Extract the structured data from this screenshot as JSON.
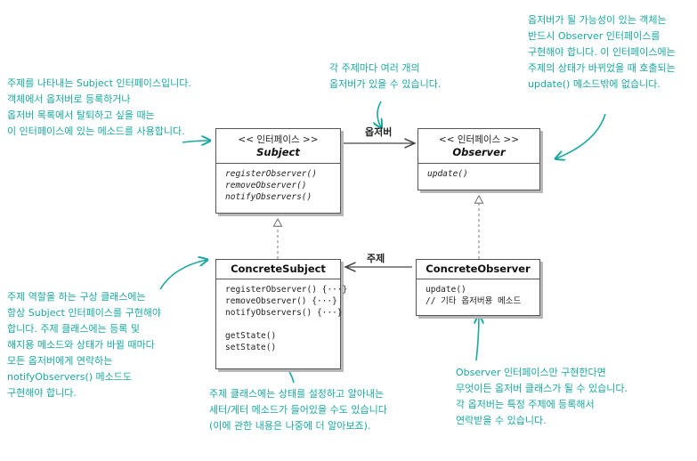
{
  "classes": {
    "subject": {
      "stereotype": "<< 인터페이스 >>",
      "name": "Subject",
      "methods": [
        "registerObserver()",
        "removeObserver()",
        "notifyObservers()"
      ]
    },
    "observer": {
      "stereotype": "<< 인터페이스 >>",
      "name": "Observer",
      "methods": [
        "update()"
      ]
    },
    "concrete_subject": {
      "name": "ConcreteSubject",
      "methods": [
        "registerObserver() {···}",
        "removeObserver() {···}",
        "notifyObservers() {···}",
        "",
        "getState()",
        "setState()"
      ]
    },
    "concrete_observer": {
      "name": "ConcreteObserver",
      "methods": [
        "update()",
        "// 기타 옵저버용 메소드"
      ]
    }
  },
  "associations": {
    "subject_observer": "옵저버",
    "concrete_observer_subject": "주제"
  },
  "notes": {
    "subject_note": [
      "주제를 나타내는 Subject 인터페이스입니다.",
      "객체에서 옵저버로 등록하거나",
      "옵저버 목록에서 탈퇴하고 싶을 때는",
      "이 인터페이스에 있는 메소드를 사용합니다."
    ],
    "many_observers_note": [
      "각 주제마다 여러 개의",
      "옵저버가 있을 수 있습니다."
    ],
    "observer_note": [
      "옵저버가 될 가능성이 있는 객체는",
      "반드시 Observer 인터페이스를",
      "구현해야 합니다. 이 인터페이스에는",
      "주제의 상태가 바뀌었을 때 호출되는",
      "update() 메소드밖에 없습니다."
    ],
    "concrete_subject_note": [
      "주제 역할을 하는 구상 클래스에는",
      "항상 Subject 인터페이스를 구현해야",
      "합니다. 주제 클래스에는 등록 및",
      "해지용 메소드와 상태가 바뀔 때마다",
      "모든 옵저버에게 연락하는",
      "notifyObservers() 메소드도",
      "구현해야 합니다."
    ],
    "getter_setter_note": [
      "주제 클래스에는 상태를 설정하고 알아내는",
      "세터/게터 메소드가 들어있을 수도 있습니다",
      "(이에 관한 내용은 나중에 더 알아보죠)."
    ],
    "concrete_observer_note": [
      "Observer 인터페이스만 구현한다면",
      "무엇이든 옵저버 클래스가 될 수 있습니다.",
      "각 옵저버는 특정 주제에 등록해서",
      "연락받을 수 있습니다."
    ]
  },
  "colors": {
    "note_text": "#1aa89f",
    "arrow": "#1aa89f",
    "box_border": "#555555",
    "box_shadow": "#b8b8b8"
  }
}
